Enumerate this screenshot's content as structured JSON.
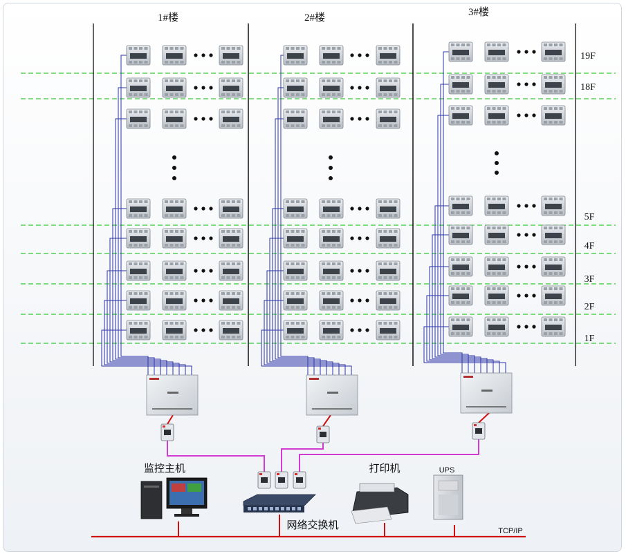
{
  "buildings": [
    {
      "label": "1#楼"
    },
    {
      "label": "2#楼"
    },
    {
      "label": "3#楼"
    }
  ],
  "floors": [
    "19F",
    "18F",
    "5F",
    "4F",
    "3F",
    "2F",
    "1F"
  ],
  "devices": {
    "monitor_host": "监控主机",
    "printer": "打印机",
    "ups": "UPS",
    "switch": "网络交换机"
  },
  "network": {
    "bus_label": "TCP/IP"
  },
  "colors": {
    "bus_line": "#d01010",
    "ethernet_line": "#d13ad3",
    "rs485_line": "#2a33a8",
    "floor_divider": "#33cc33"
  },
  "icons": [
    "power-meter-icon",
    "collector-box-icon",
    "converter-icon",
    "computer-icon",
    "printer-icon",
    "ups-icon",
    "switch-icon"
  ]
}
